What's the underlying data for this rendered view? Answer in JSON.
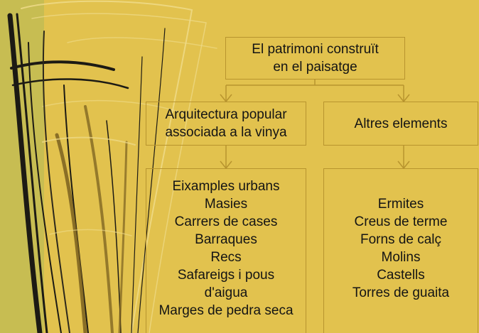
{
  "diagram": {
    "root": [
      "El patrimoni construït",
      "en el paisatge"
    ],
    "branches": [
      {
        "title": [
          "Arquitectura popular",
          "associada a la vinya"
        ],
        "items": [
          "Eixamples urbans",
          "Masies",
          "Carrers de cases",
          "Barraques",
          "Recs",
          "Safareigs i pous",
          "d'aigua",
          "Marges de pedra seca"
        ]
      },
      {
        "title": [
          "Altres elements"
        ],
        "items": [
          "Ermites",
          "Creus de terme",
          "Forns de calç",
          "Molins",
          "Castells",
          "Torres de guaita"
        ]
      }
    ]
  },
  "colors": {
    "background": "#e2c24e",
    "left_band": "#c7bd52",
    "box_border": "#b8942e",
    "text": "#141414",
    "drawing_dark": "#1c1a14",
    "drawing_light": "#f0dc8c"
  }
}
